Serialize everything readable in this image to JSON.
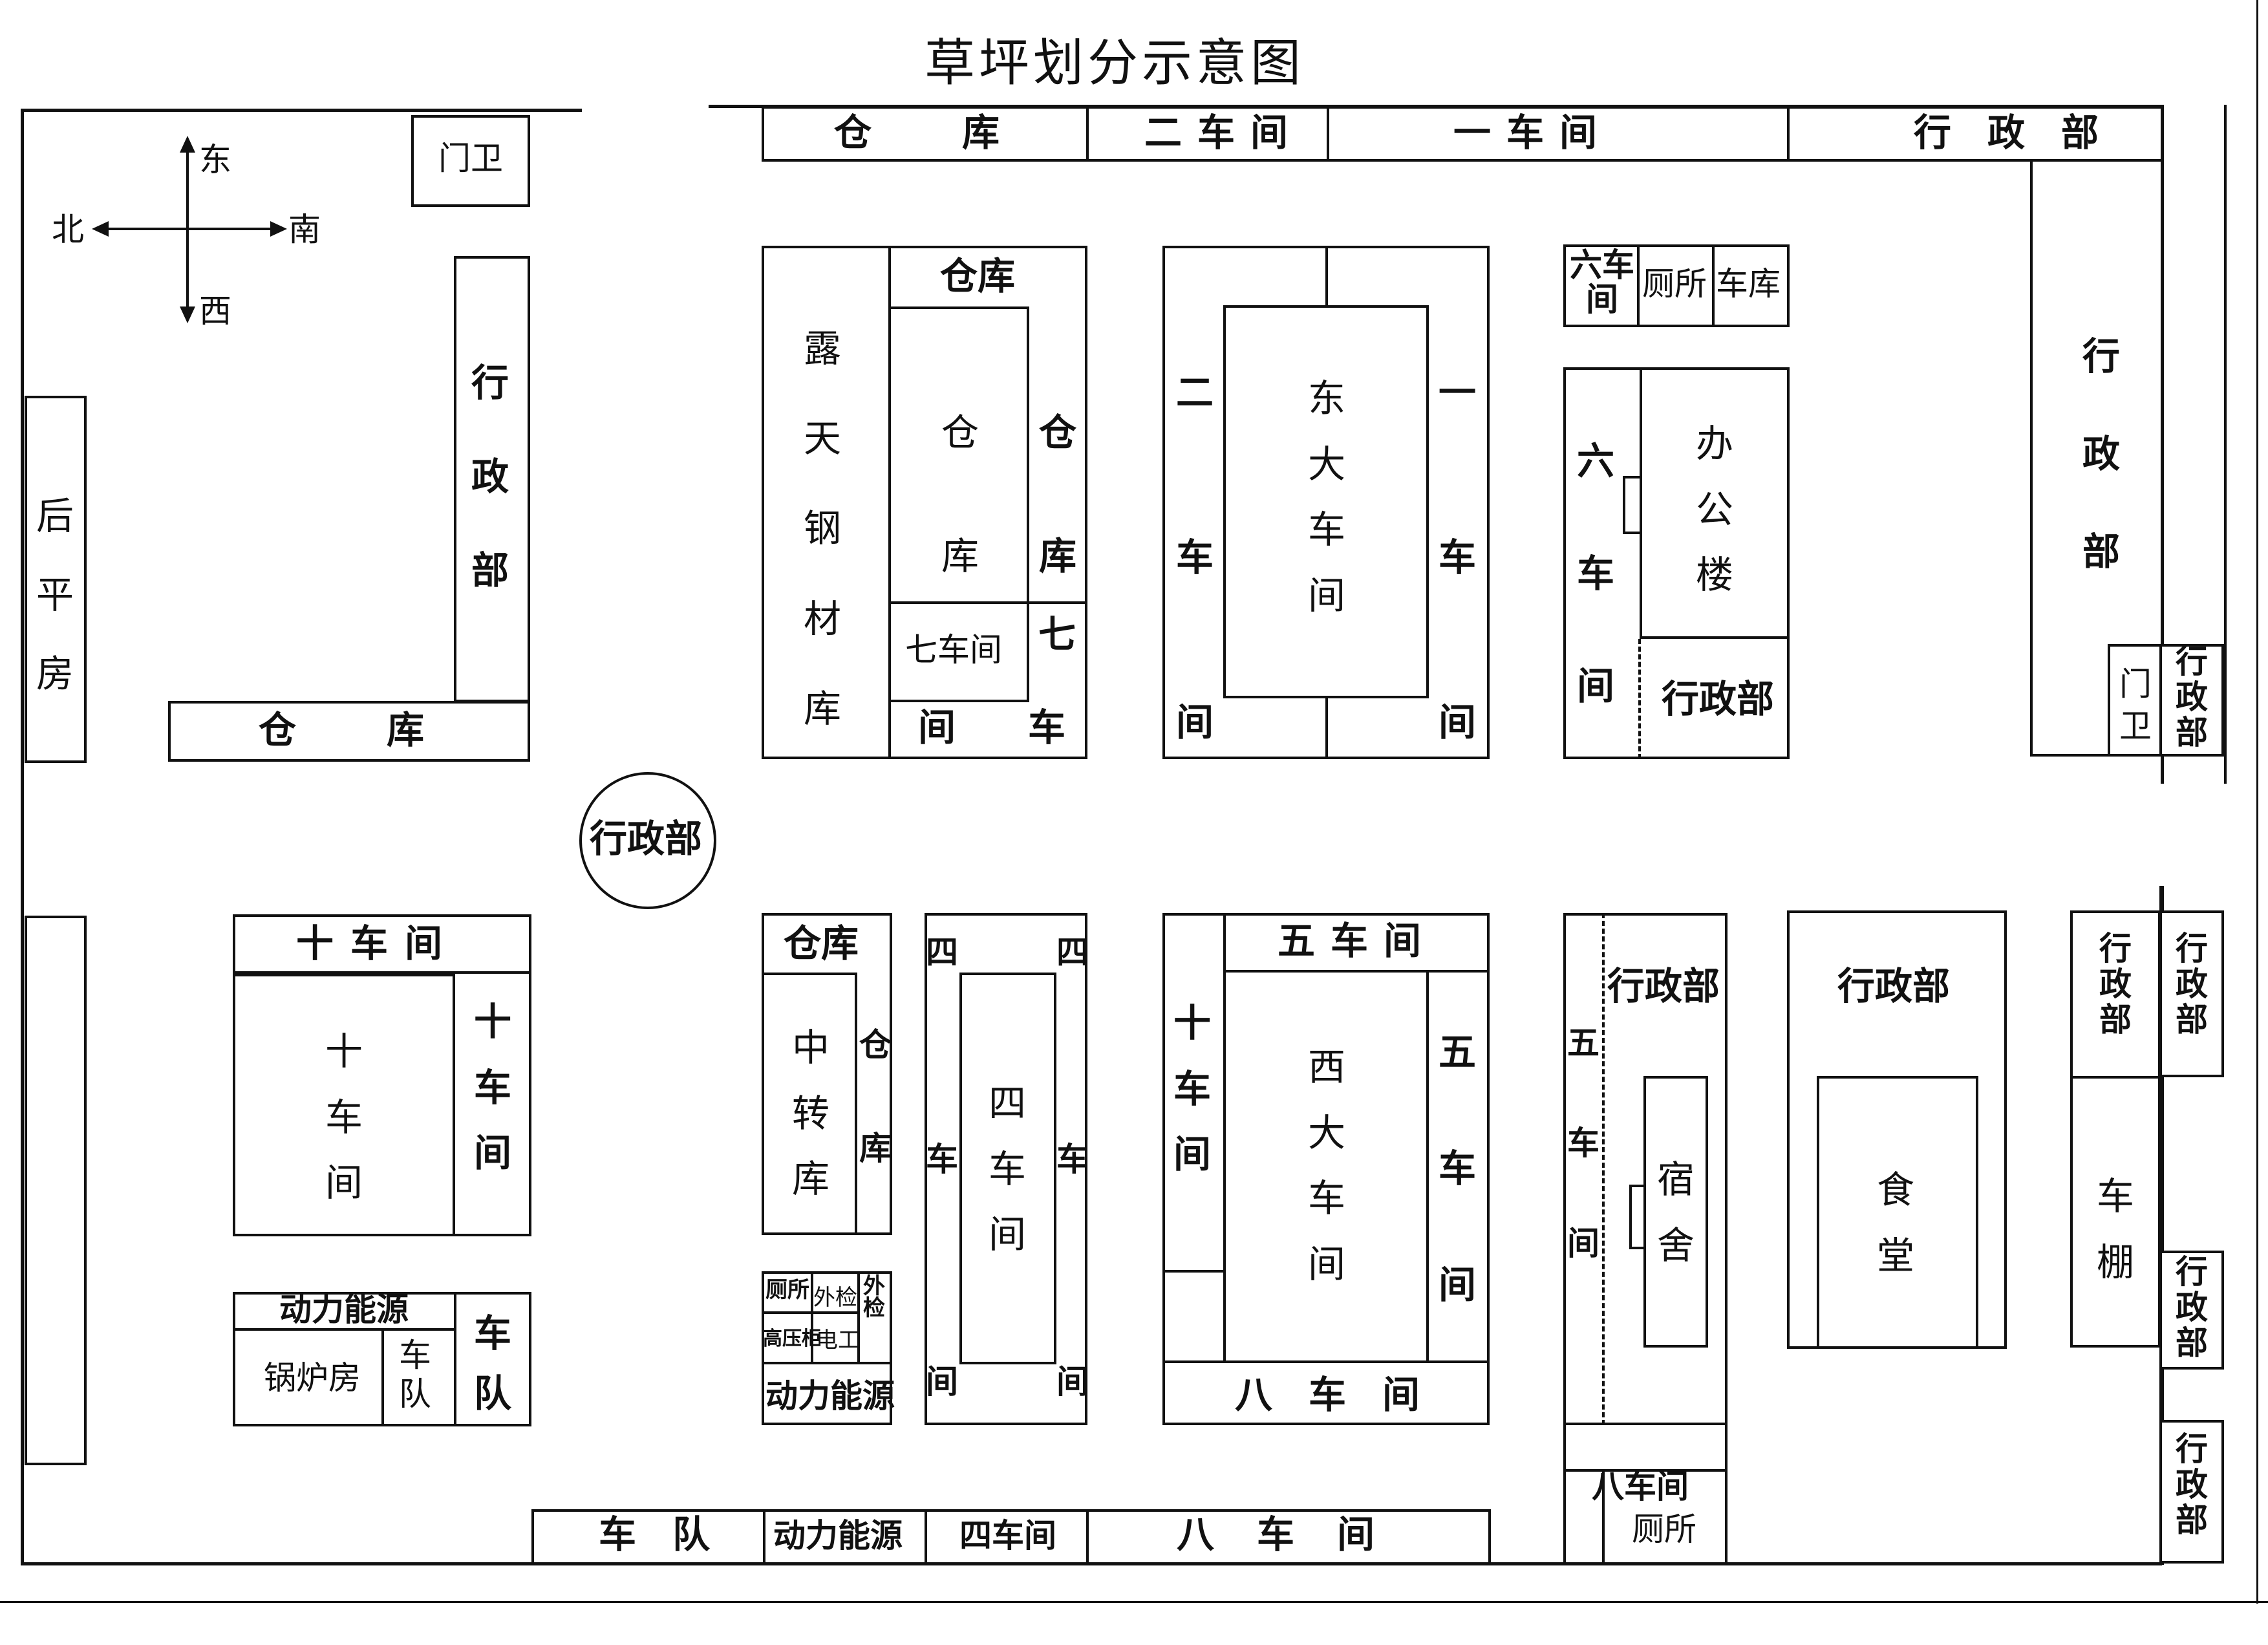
{
  "title": "草坪划分示意图",
  "compass": {
    "east": "东",
    "west": "西",
    "south": "南",
    "north": "北"
  },
  "labels": {
    "gate_left": "门卫",
    "admin_left": "行政部",
    "back_house": "后平房",
    "warehouse_left": "仓库",
    "admin_circle": "行政部",
    "top_warehouse": "仓库",
    "top_ws2": "二车间",
    "top_ws1": "一车间",
    "top_admin": "行政部",
    "steel": "露天钢材库",
    "wh_top": "仓库",
    "wh_inner": "仓库",
    "wh_side": "仓库",
    "ws7_inner": "七车间",
    "ws7_side": "七",
    "ws7_bottom_a": "间",
    "ws7_bottom_b": "车",
    "ws2_side": "二车间",
    "east_big": "东大车间",
    "ws1_side": "一车间",
    "ws6_small": "六车间",
    "toilet_top": "厕所",
    "garage": "车库",
    "ws6_side": "六车间",
    "office": "办公楼",
    "admin_office": "行政部",
    "admin_right": "行政部",
    "gate_right": "门卫",
    "admin_edge1": "行政部",
    "ws10_top": "十车间",
    "ws10_inner": "十车间",
    "ws10_side": "十车间",
    "power_label": "动力能源",
    "boiler": "锅炉房",
    "fleet_inner": "车队",
    "fleet_side": "车队",
    "wh_small": "仓库",
    "transfer": "中转库",
    "wh_small_side": "仓库",
    "toilet_small": "厕所",
    "outside_check": "外检",
    "outside_pkg": "外检",
    "high_voltage": "高压柜",
    "electric": "电工",
    "power_small": "动力能源",
    "ws4_tl": "四",
    "ws4_tr": "四",
    "ws4_inner": "四车间",
    "ws4_ml": "车",
    "ws4_mr": "车",
    "ws4_bl": "间",
    "ws4_br": "间",
    "ws5_top": "五车间",
    "ws10_col": "十车间",
    "west_big": "西大车间",
    "ws5_side": "五车间",
    "ws8_bottom": "八车间",
    "ws5_left": "五车间",
    "admin_dorm": "行政部",
    "dorm": "宿舍",
    "admin_canteen": "行政部",
    "canteen": "食堂",
    "admin_shed": "行政部",
    "shed": "车棚",
    "admin_edge2": "行政部",
    "admin_edge3": "行政部",
    "admin_edge4": "行政部",
    "ws8_small": "八车间",
    "toilet_bottom": "厕所",
    "bottom_fleet": "车队",
    "bottom_power": "动力能源",
    "bottom_ws4": "四车间",
    "bottom_ws8": "八车间"
  }
}
